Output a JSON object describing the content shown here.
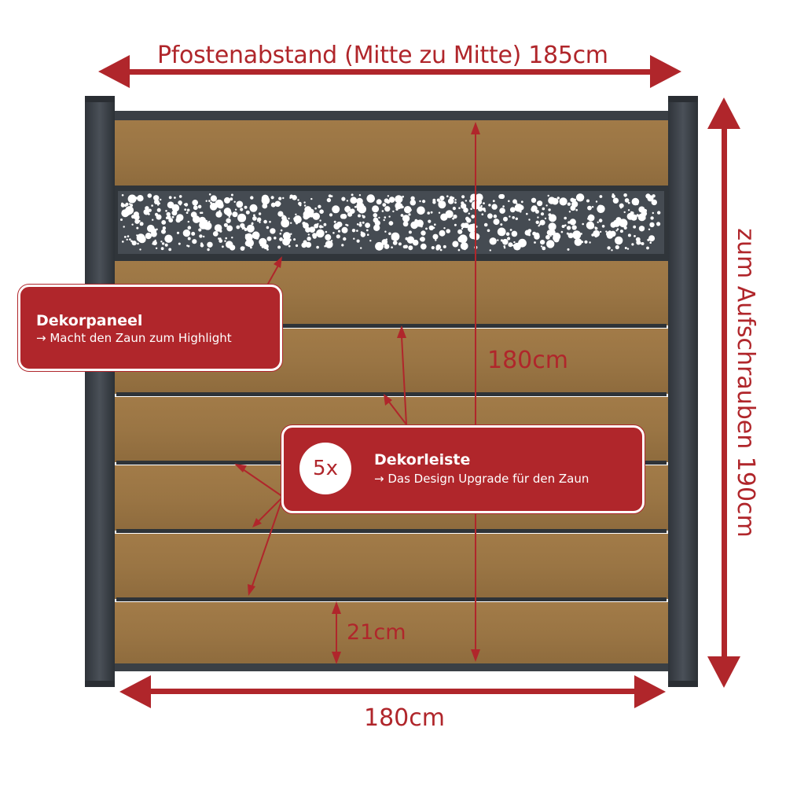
{
  "dimensions": {
    "post_spacing": "Pfostenabstand (Mitte zu Mitte) 185cm",
    "height_inner": "180cm",
    "height_screw": "zum Aufschrauben 190cm",
    "width_bottom": "180cm",
    "board_height": "21cm"
  },
  "callouts": {
    "dekorpaneel": {
      "title": "Dekorpaneel",
      "subtitle": "→ Macht den Zaun zum Highlight"
    },
    "dekorleiste": {
      "count": "5x",
      "title": "Dekorleiste",
      "subtitle": "→ Das Design Upgrade für den Zaun"
    }
  },
  "colors": {
    "accent_red": "#b0262b",
    "wood": "#9a7544",
    "post": "#3a3f45",
    "panel": "#454b52",
    "strip": "#2e3338"
  }
}
